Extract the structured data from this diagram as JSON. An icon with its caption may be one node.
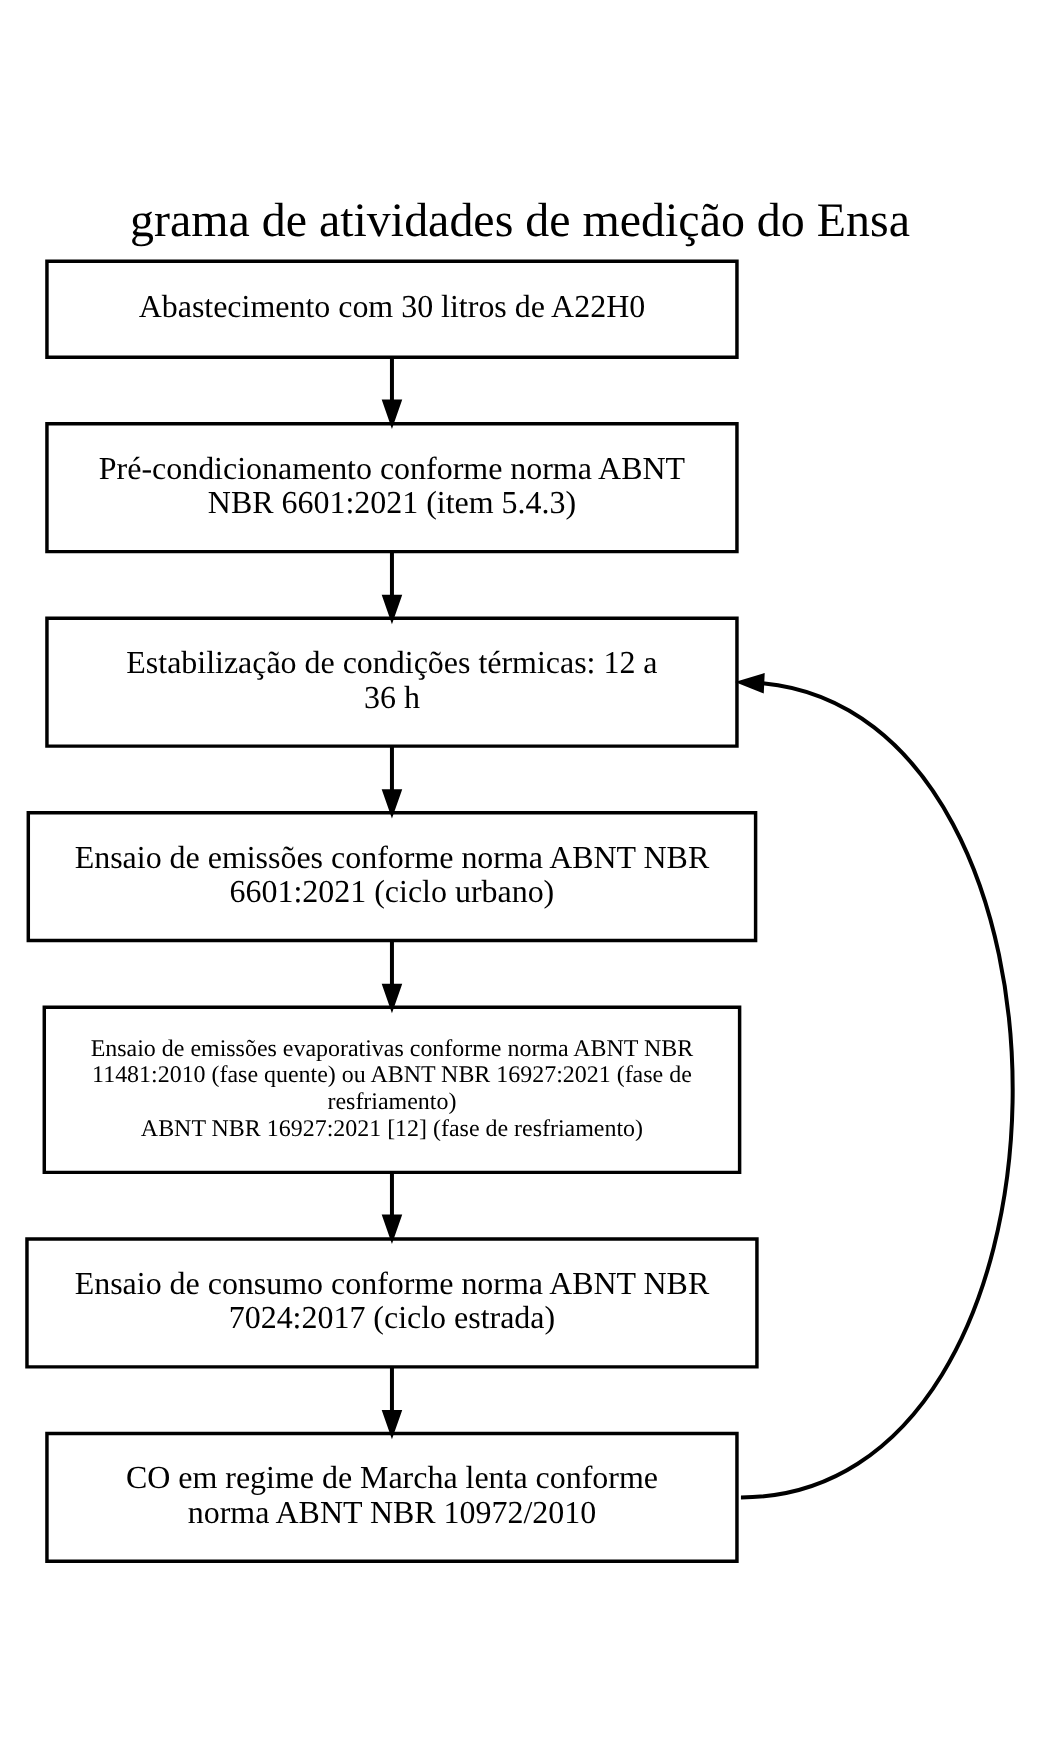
{
  "diagram": {
    "title": "grama de atividades de medição do Ensa",
    "nodes": [
      {
        "text": [
          "Abastecimento com 30 litros de A22H0"
        ]
      },
      {
        "text": [
          "Pré-condicionamento conforme norma ABNT NBR 6601:2021 (item 5.4.3)"
        ]
      },
      {
        "text": [
          "Estabilização de condições térmicas: 12 a 36 h"
        ]
      },
      {
        "text": [
          "Ensaio de emissões conforme norma ABNT NBR 6601:2021 (ciclo urbano)"
        ]
      },
      {
        "text": [
          "Ensaio de emissões evaporativas conforme norma ABNT NBR 11481:2010 (fase quente) ou ABNT NBR 16927:2021 (fase de resfriamento)",
          "ABNT NBR 16927:2021 [12] (fase de resfriamento)"
        ]
      },
      {
        "text": [
          "Ensaio de consumo conforme norma ABNT NBR 7024:2017 (ciclo estrada)"
        ]
      },
      {
        "text": [
          "CO em regime de Marcha lenta conforme norma ABNT NBR 10972/2010"
        ]
      }
    ],
    "edges": [
      {
        "from": 0,
        "to": 1,
        "arrow": "to"
      },
      {
        "from": 1,
        "to": 2,
        "arrow": "to"
      },
      {
        "from": 2,
        "to": 3,
        "arrow": "to"
      },
      {
        "from": 3,
        "to": 4,
        "arrow": "to"
      },
      {
        "from": 4,
        "to": 5,
        "arrow": "to"
      },
      {
        "from": 5,
        "to": 6,
        "arrow": "to"
      },
      {
        "from": 6,
        "to": 2,
        "arrow": "to"
      }
    ]
  }
}
